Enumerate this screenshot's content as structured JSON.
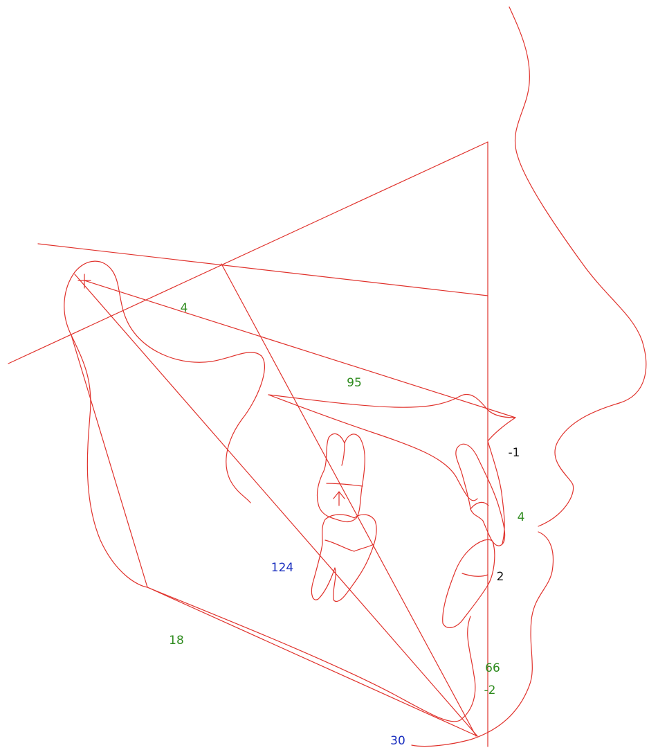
{
  "colors": {
    "tracing": "#e0322c",
    "green": "#2e8b1e",
    "blue": "#1a2fbf",
    "black": "#111111"
  },
  "measurements": {
    "m_4_upper": {
      "text": "4",
      "color": "green"
    },
    "m_95": {
      "text": "95",
      "color": "green"
    },
    "m_neg1": {
      "text": "-1",
      "color": "black"
    },
    "m_4_lip": {
      "text": "4",
      "color": "green"
    },
    "m_2": {
      "text": "2",
      "color": "black"
    },
    "m_124": {
      "text": "124",
      "color": "blue"
    },
    "m_18": {
      "text": "18",
      "color": "green"
    },
    "m_66": {
      "text": "66",
      "color": "green"
    },
    "m_neg2": {
      "text": "-2",
      "color": "green"
    },
    "m_30": {
      "text": "30",
      "color": "blue"
    }
  }
}
